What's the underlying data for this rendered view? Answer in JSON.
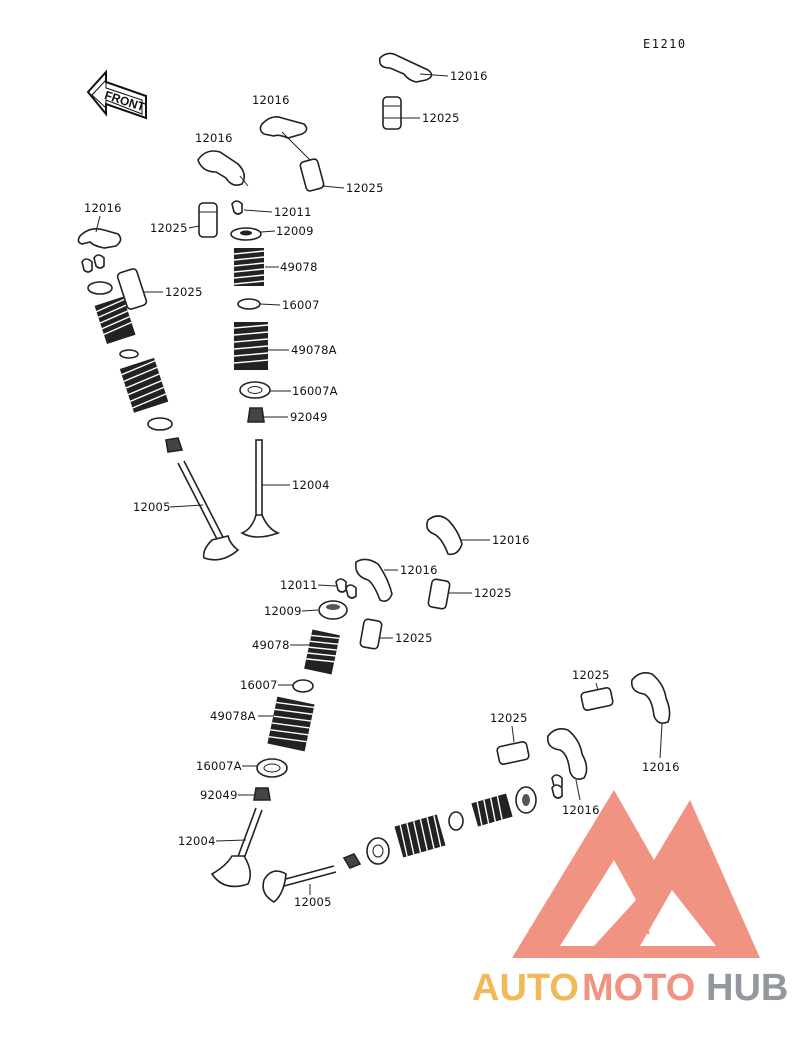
{
  "diagram_code": "E1210",
  "direction_label": "FRONT",
  "callouts": [
    {
      "id": "c1",
      "text": "12016"
    },
    {
      "id": "c2",
      "text": "12025"
    },
    {
      "id": "c3",
      "text": "12016"
    },
    {
      "id": "c4",
      "text": "12025"
    },
    {
      "id": "c5",
      "text": "12016"
    },
    {
      "id": "c6",
      "text": "12011"
    },
    {
      "id": "c7",
      "text": "12025"
    },
    {
      "id": "c8",
      "text": "12009"
    },
    {
      "id": "c9",
      "text": "12016"
    },
    {
      "id": "c10",
      "text": "12025"
    },
    {
      "id": "c11",
      "text": "49078"
    },
    {
      "id": "c12",
      "text": "16007"
    },
    {
      "id": "c13",
      "text": "49078A"
    },
    {
      "id": "c14",
      "text": "16007A"
    },
    {
      "id": "c15",
      "text": "92049"
    },
    {
      "id": "c16",
      "text": "12004"
    },
    {
      "id": "c17",
      "text": "12005"
    },
    {
      "id": "c18",
      "text": "12016"
    },
    {
      "id": "c19",
      "text": "12016"
    },
    {
      "id": "c20",
      "text": "12011"
    },
    {
      "id": "c21",
      "text": "12025"
    },
    {
      "id": "c22",
      "text": "12009"
    },
    {
      "id": "c23",
      "text": "12025"
    },
    {
      "id": "c24",
      "text": "49078"
    },
    {
      "id": "c25",
      "text": "16007"
    },
    {
      "id": "c26",
      "text": "49078A"
    },
    {
      "id": "c27",
      "text": "16007A"
    },
    {
      "id": "c28",
      "text": "92049"
    },
    {
      "id": "c29",
      "text": "12004"
    },
    {
      "id": "c30",
      "text": "12005"
    },
    {
      "id": "c31",
      "text": "12025"
    },
    {
      "id": "c32",
      "text": "12025"
    },
    {
      "id": "c33",
      "text": "12016"
    },
    {
      "id": "c34",
      "text": "12016"
    }
  ],
  "watermark": {
    "part1": "AUTO",
    "part2": "MOTO",
    "part3": "HUB",
    "color_primary": "#f08a78",
    "color_secondary": "#f3b24a",
    "color_dark": "#8a8f96"
  }
}
